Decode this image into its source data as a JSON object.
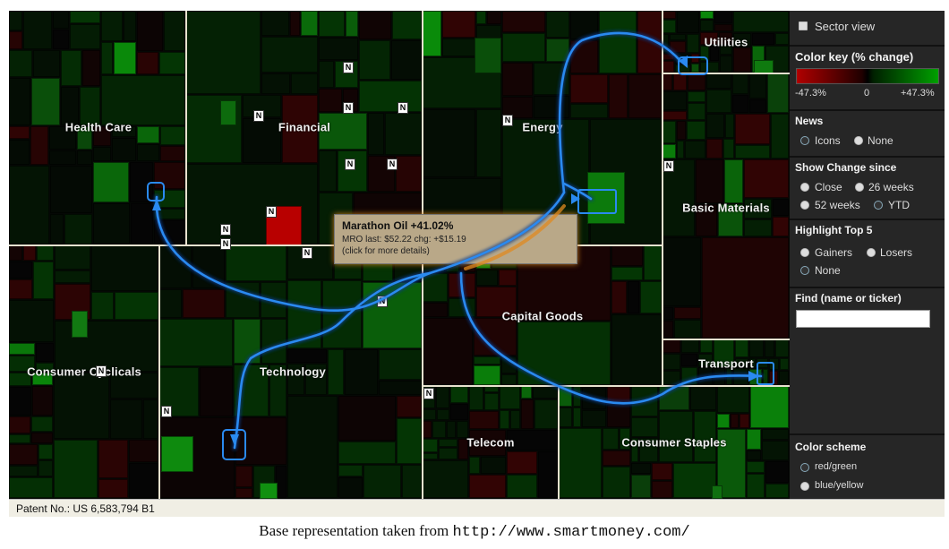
{
  "sectors": [
    {
      "id": "health-care",
      "label": "Health Care"
    },
    {
      "id": "financial",
      "label": "Financial"
    },
    {
      "id": "energy",
      "label": "Energy"
    },
    {
      "id": "utilities",
      "label": "Utilities"
    },
    {
      "id": "basic-materials",
      "label": "Basic Materials"
    },
    {
      "id": "capital-goods",
      "label": "Capital Goods"
    },
    {
      "id": "consumer-cyclicals",
      "label": "Consumer Cyclicals"
    },
    {
      "id": "technology",
      "label": "Technology"
    },
    {
      "id": "transport",
      "label": "Transport"
    },
    {
      "id": "telecom",
      "label": "Telecom"
    },
    {
      "id": "consumer-staples",
      "label": "Consumer Staples"
    }
  ],
  "news_icon_glyph": "N",
  "tooltip": {
    "title": "Marathon Oil +41.02%",
    "line2": "MRO last: $52.22 chg: +$15.19",
    "line3": "(click for more details)"
  },
  "panel": {
    "sector_view_label": "Sector view",
    "color_key": {
      "title": "Color key (% change)",
      "min": "-47.3%",
      "mid": "0",
      "max": "+47.3%"
    },
    "news": {
      "title": "News",
      "options": [
        "Icons",
        "None"
      ],
      "selected": "Icons"
    },
    "show_change": {
      "title": "Show Change since",
      "options": [
        "Close",
        "26 weeks",
        "52 weeks",
        "YTD"
      ],
      "selected": "YTD"
    },
    "highlight": {
      "title": "Highlight Top 5",
      "options": [
        "Gainers",
        "Losers",
        "None"
      ],
      "selected": "None"
    },
    "find": {
      "title": "Find (name or ticker)",
      "value": ""
    },
    "color_scheme": {
      "title": "Color scheme",
      "options": [
        "red/green",
        "blue/yellow"
      ],
      "selected": "red/green"
    }
  },
  "status_bar": {
    "patent": "Patent No.: US 6,583,794 B1"
  },
  "caption": {
    "text": "Base representation taken from ",
    "url": "http://www.smartmoney.com/"
  },
  "colors": {
    "positive": "#00a000",
    "negative": "#b00000",
    "neutral": "#000000",
    "path": "#1a6fd6",
    "divider": "#e8e2cf",
    "panel_bg": "#262626"
  }
}
